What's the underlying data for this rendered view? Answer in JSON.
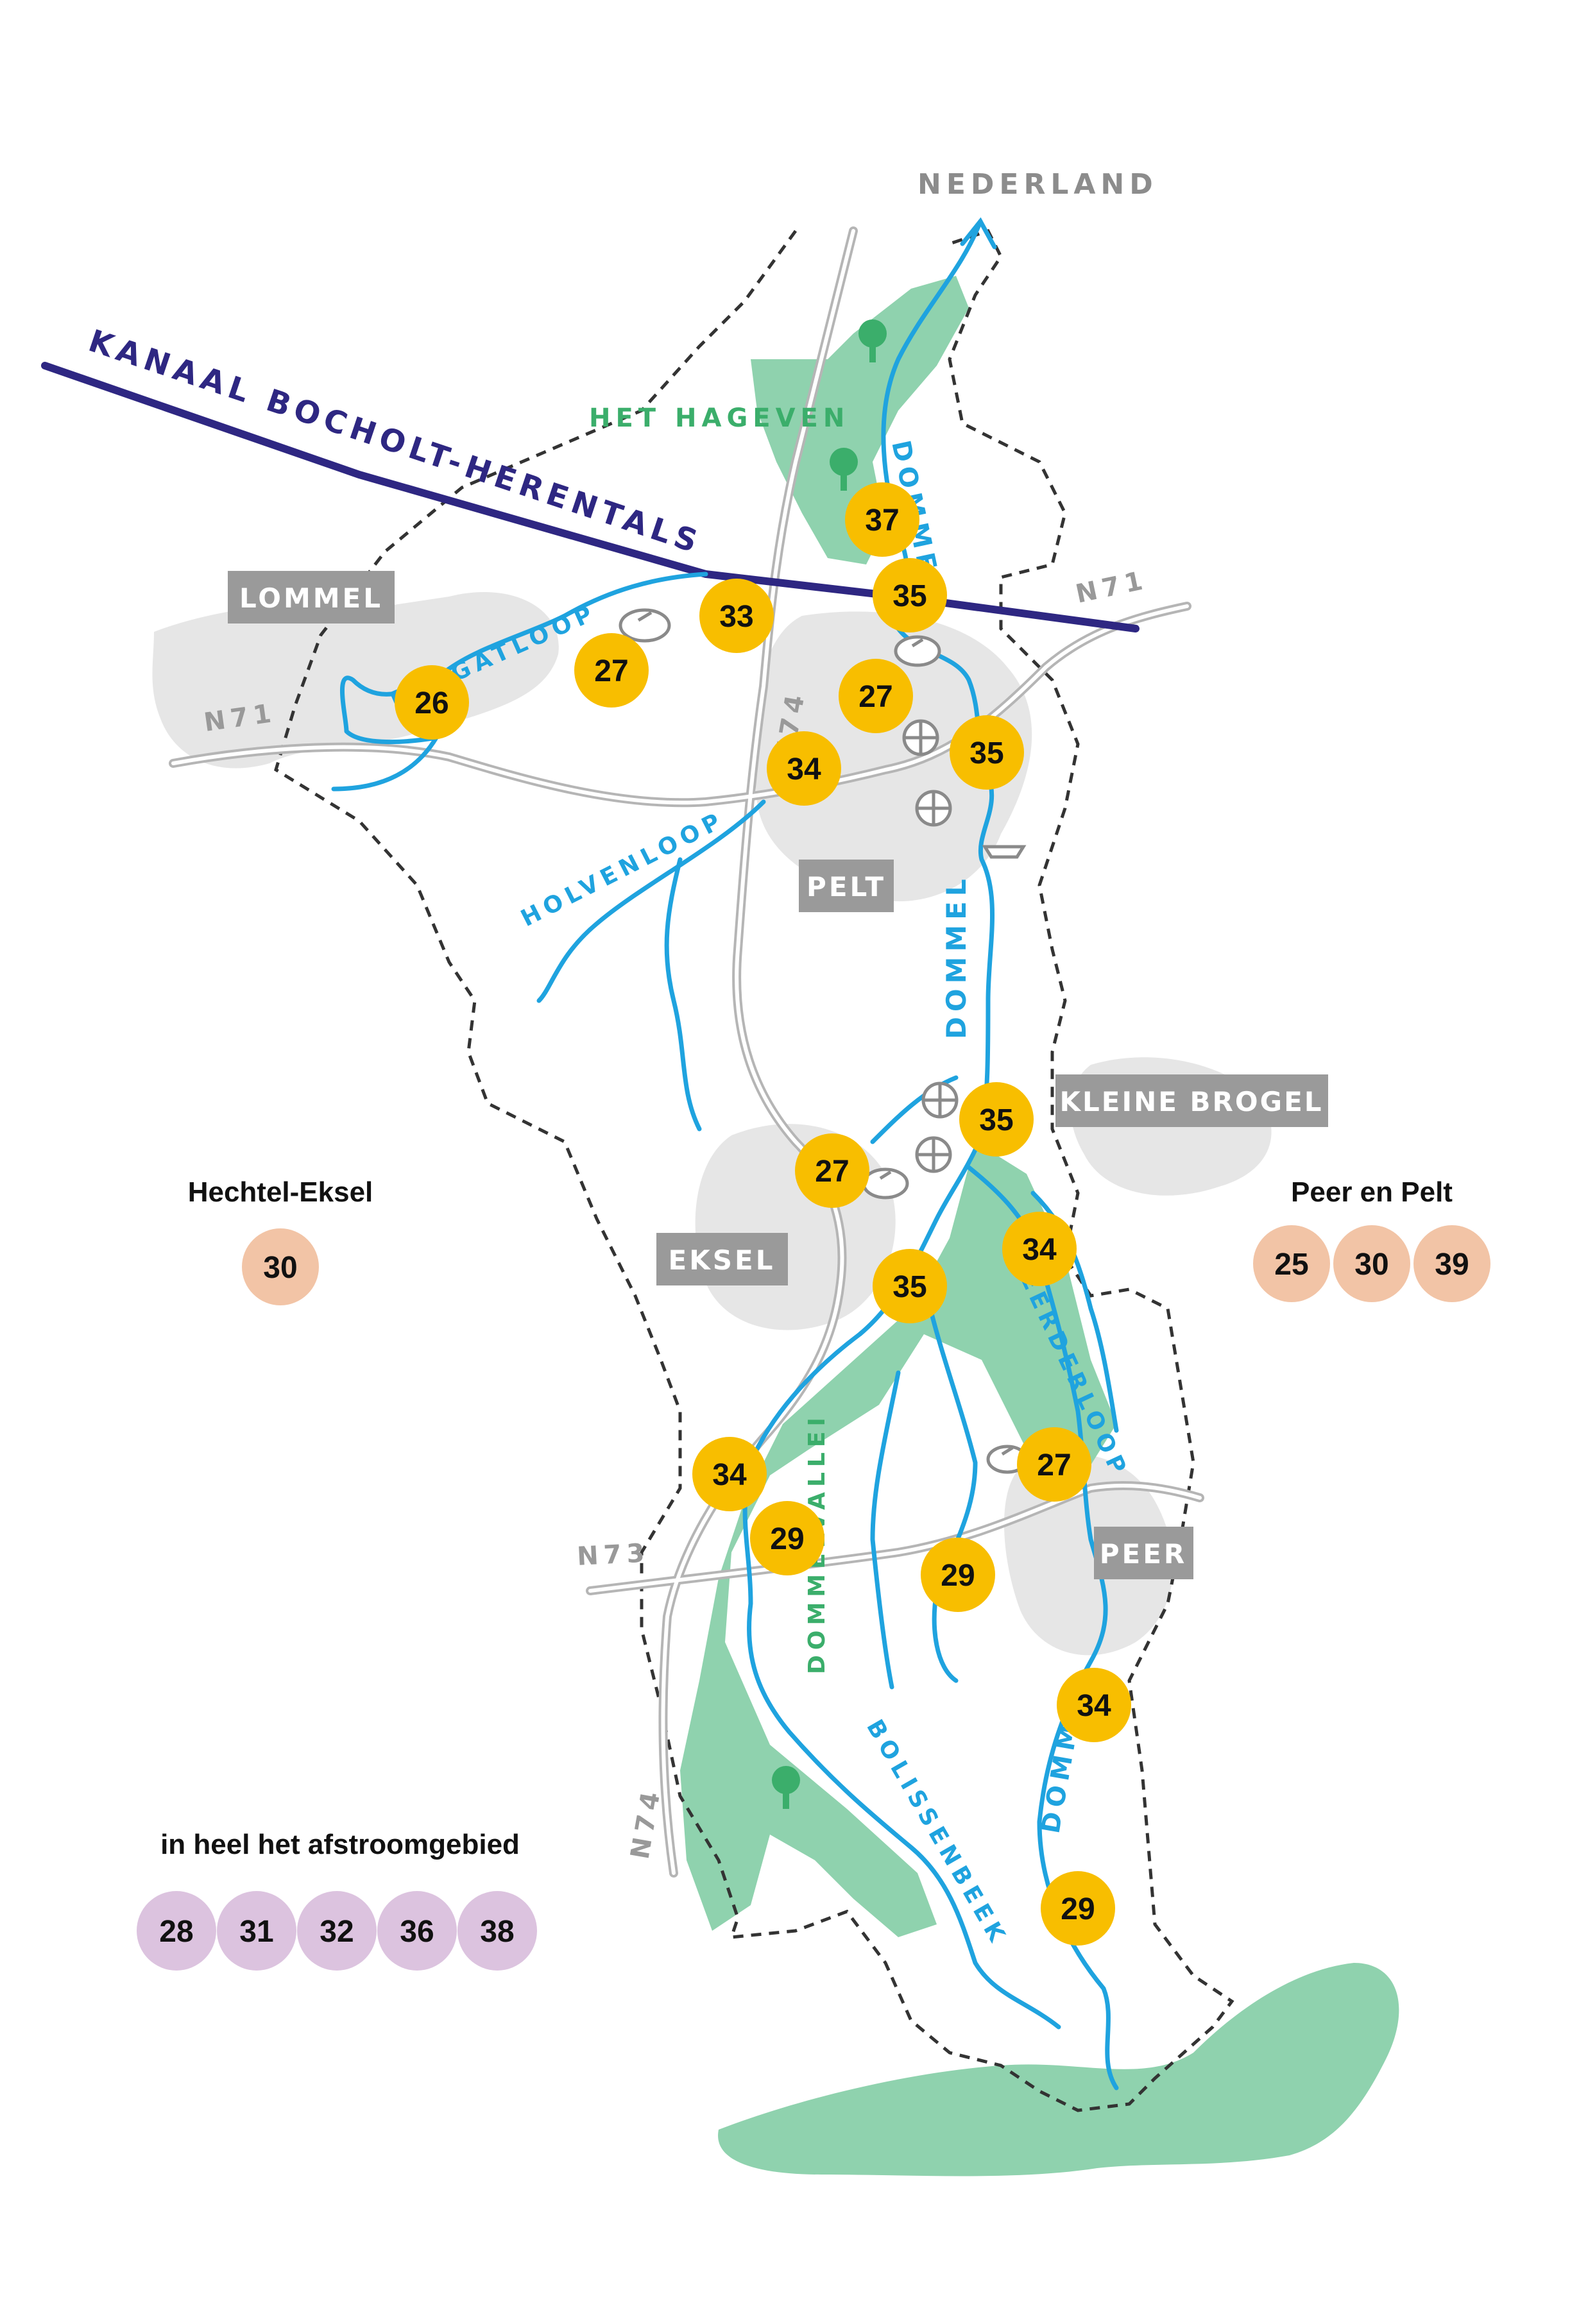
{
  "places": {
    "netherlands": "NEDERLAND",
    "lommel": "LOMMEL",
    "pelt": "PELT",
    "kleine_brogel": "KLEINE BROGEL",
    "eksel": "EKSEL",
    "peer": "PEER",
    "het_hageven": "HET HAGEVEN"
  },
  "waterways": {
    "canal": "KANAAL BOCHOLT-HERENTALS",
    "dommel_top": "DOMMEL",
    "dommel_mid": "DOMMEL",
    "dommel_bottom": "DOMMEL",
    "holvenloop": "HOLVENLOOP",
    "bergatloop": "BERGATLOOP",
    "peerderloop": "PEERDERLOOP",
    "bolissenbeek": "BOLISSENBEEK",
    "dommelvallei": "DOMMELVALLEI"
  },
  "roads": {
    "n71_west": "N71",
    "n71_east": "N71",
    "n74_north": "N74",
    "n74_south": "N74",
    "n73": "N73"
  },
  "map_badges": [
    "37",
    "35",
    "33",
    "27",
    "26",
    "27",
    "34",
    "35",
    "35",
    "27",
    "34",
    "35",
    "34",
    "27",
    "29",
    "29",
    "34",
    "29"
  ],
  "hechtel_eksel": {
    "title": "Hechtel-Eksel",
    "badges": [
      "30"
    ]
  },
  "peer_en_pelt": {
    "title": "Peer en Pelt",
    "badges": [
      "25",
      "30",
      "39"
    ]
  },
  "whole_catchment": {
    "title": "in heel het afstroomgebied",
    "badges": [
      "28",
      "31",
      "32",
      "36",
      "38"
    ]
  },
  "colors": {
    "yellow_badge": "#F8BE00",
    "peach_badge": "#F2C4A6",
    "lilac_badge": "#DCC3DF",
    "river": "#1FA3DF",
    "canal": "#2E2782",
    "nature": "#8FD2AE",
    "nature_label": "#3BAE6B",
    "town_box": "#9A9A9A",
    "built_area": "#E4E4E4",
    "road": "#B5B5B5"
  }
}
